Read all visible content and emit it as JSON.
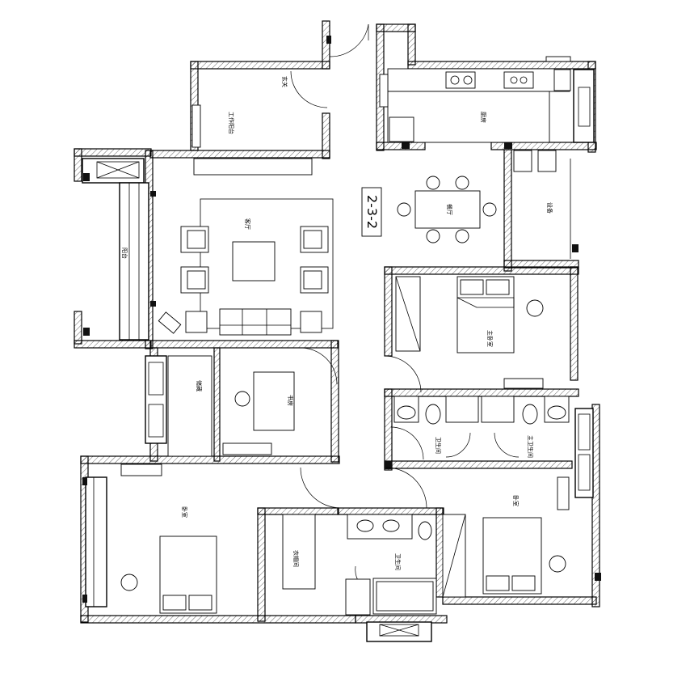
{
  "plan_id": "2-3-2",
  "rooms": {
    "living_room": "客厅",
    "dining_room": "餐厅",
    "kitchen": "厨房",
    "balcony": "阳台",
    "master_bedroom": "主卧室",
    "bedroom_east": "卧室",
    "bedroom_west": "卧室",
    "study": "书房",
    "storage": "储藏",
    "cloakroom": "衣帽间",
    "bathroom_public": "卫生间",
    "bathroom_master": "主卫生间",
    "bathroom_south": "卫生间",
    "entrance": "玄关",
    "utility": "工作阳台",
    "equipment": "设备"
  }
}
